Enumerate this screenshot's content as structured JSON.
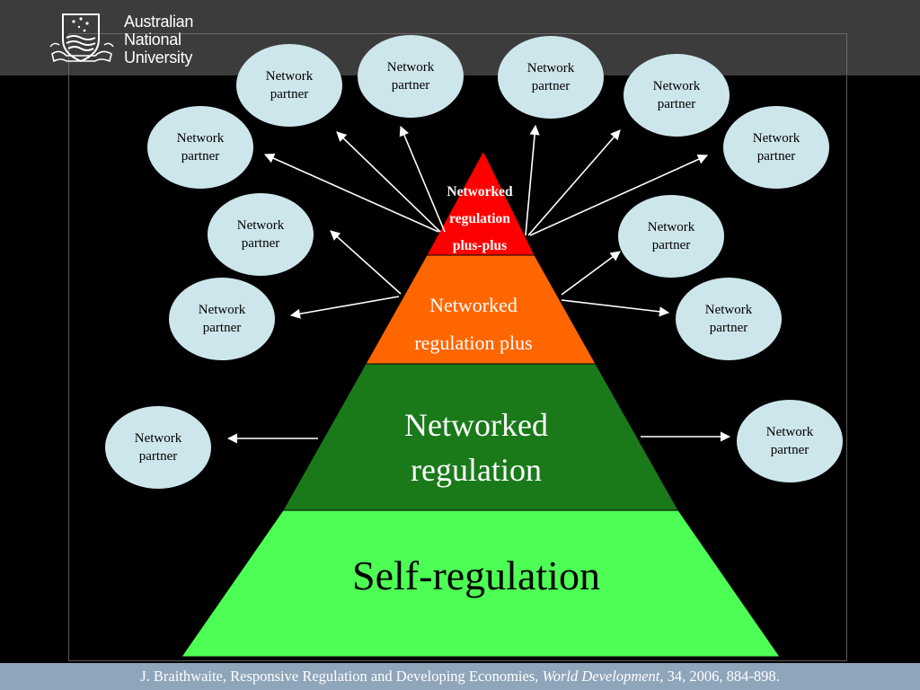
{
  "header": {
    "logo": {
      "line1": "Australian",
      "line2": "National",
      "line3": "University"
    }
  },
  "pyramid": {
    "tiers": [
      {
        "id": "top",
        "line1": "Networked",
        "line2": "regulation",
        "line3": "plus-plus",
        "color": "#ff0000"
      },
      {
        "id": "upper-middle",
        "line1": "Networked",
        "line2": "regulation plus",
        "color": "#ff6600"
      },
      {
        "id": "lower-middle",
        "line1": "Networked",
        "line2": "regulation",
        "color": "#1a7a1a"
      },
      {
        "id": "base",
        "line1": "Self-regulation",
        "color": "#4dff55"
      }
    ]
  },
  "partners": [
    {
      "line1": "Network",
      "line2": "partner"
    },
    {
      "line1": "Network",
      "line2": "partner"
    },
    {
      "line1": "Network",
      "line2": "partner"
    },
    {
      "line1": "Network",
      "line2": "partner"
    },
    {
      "line1": "Network",
      "line2": "partner"
    },
    {
      "line1": "Network",
      "line2": "partner"
    },
    {
      "line1": "Network",
      "line2": "partner"
    },
    {
      "line1": "Network",
      "line2": "partner"
    },
    {
      "line1": "Network",
      "line2": "partner"
    },
    {
      "line1": "Network",
      "line2": "partner"
    },
    {
      "line1": "Network",
      "line2": "partner"
    },
    {
      "line1": "Network",
      "line2": "partner"
    }
  ],
  "colors": {
    "partner_fill": "#cde6ec",
    "background": "#000000",
    "header": "#3c3c3c",
    "footer": "#8fa5ba",
    "arrow": "#ffffff"
  },
  "footer": {
    "citation_prefix": "J. Braithwaite, Responsive Regulation and Developing Economies, ",
    "citation_journal": "World Development,",
    "citation_suffix": " 34, 2006, 884-898."
  }
}
